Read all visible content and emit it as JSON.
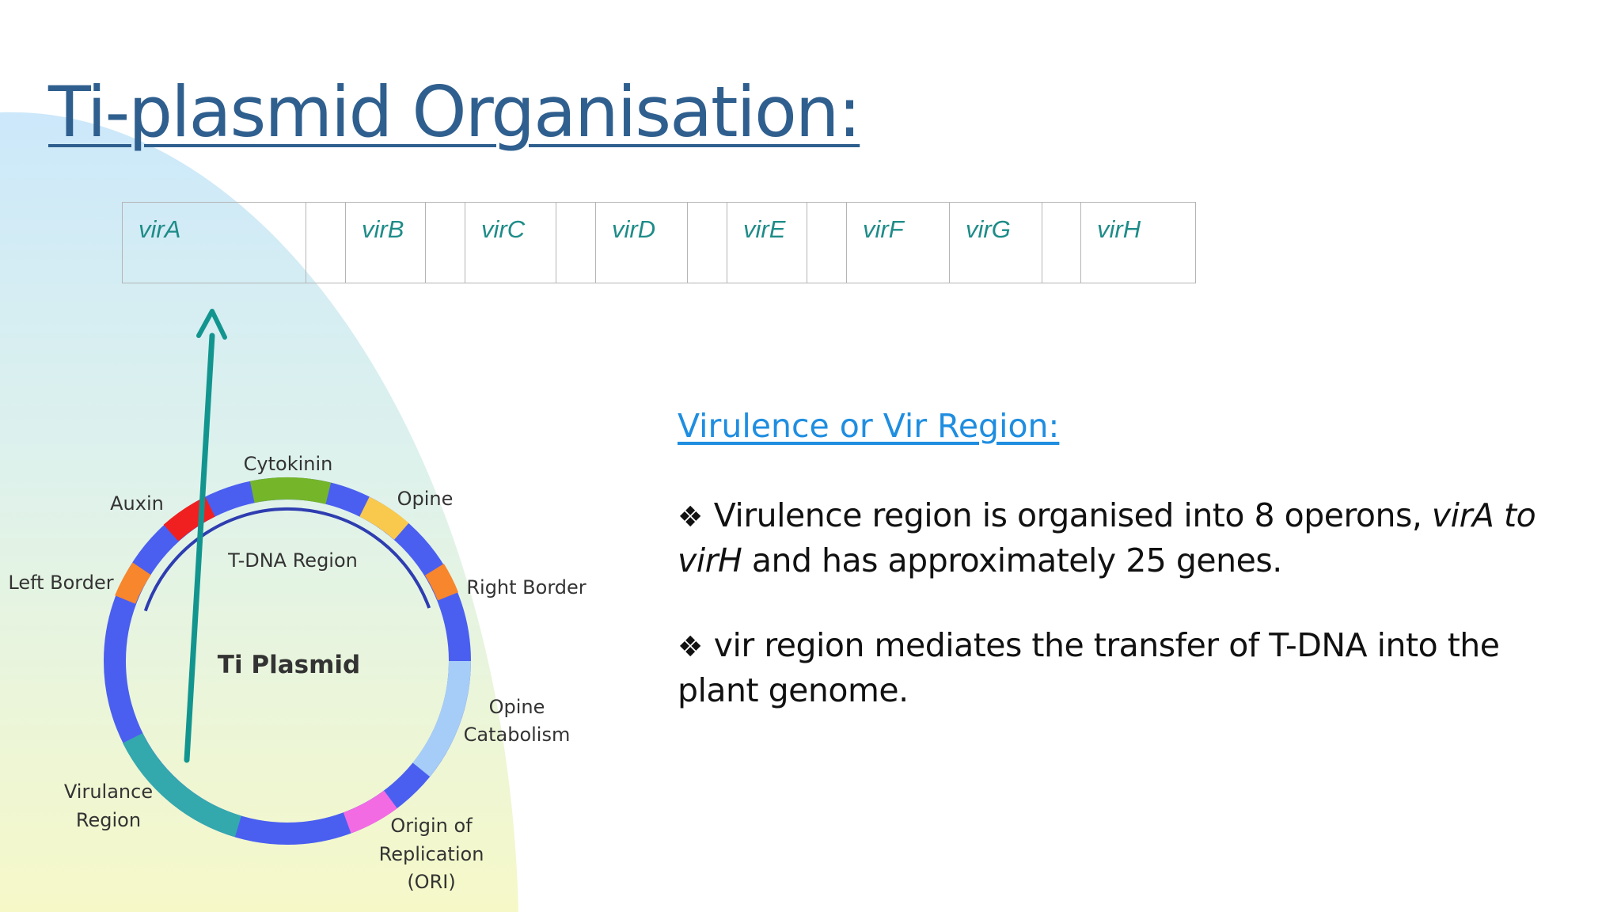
{
  "slide": {
    "title": "Ti-plasmid Organisation:",
    "colors": {
      "title": "#2f5f8e",
      "accent_teal": "#1e8c88",
      "link_blue": "#1f8ee0"
    }
  },
  "vir_table": {
    "cells": [
      "virA",
      "",
      "virB",
      "",
      "virC",
      "",
      "virD",
      "",
      "virE",
      "",
      "virF",
      "virG",
      "",
      "virH"
    ]
  },
  "plasmid_diagram": {
    "center_label": "Ti Plasmid",
    "inner_arc_label": "T-DNA Region",
    "labels": {
      "cytokinin": "Cytokinin",
      "auxin": "Auxin",
      "opine": "Opine",
      "left_border": "Left Border",
      "right_border": "Right Border",
      "opine_catabolism_1": "Opine",
      "opine_catabolism_2": "Catabolism",
      "virulance_1": "Virulance",
      "virulance_2": "Region",
      "ori_1": "Origin of",
      "ori_2": "Replication",
      "ori_3": "(ORI)"
    },
    "segment_colors": {
      "backbone": "#4a5ff0",
      "cytokinin": "#74b52a",
      "auxin": "#f02020",
      "opine": "#f9c94d",
      "border": "#f7862c",
      "catabolism": "#a6cdf7",
      "virulence": "#33a9ad",
      "ori": "#f36be2"
    }
  },
  "text_panel": {
    "heading": "Virulence or Vir Region:",
    "bullet_symbol": "❖",
    "bullet1_a": "Virulence region is organised into 8 operons, ",
    "bullet1_italic": "virA to virH",
    "bullet1_b": " and has approximately 25 genes.",
    "bullet2": "vir region mediates the transfer of T-DNA into the plant genome."
  }
}
